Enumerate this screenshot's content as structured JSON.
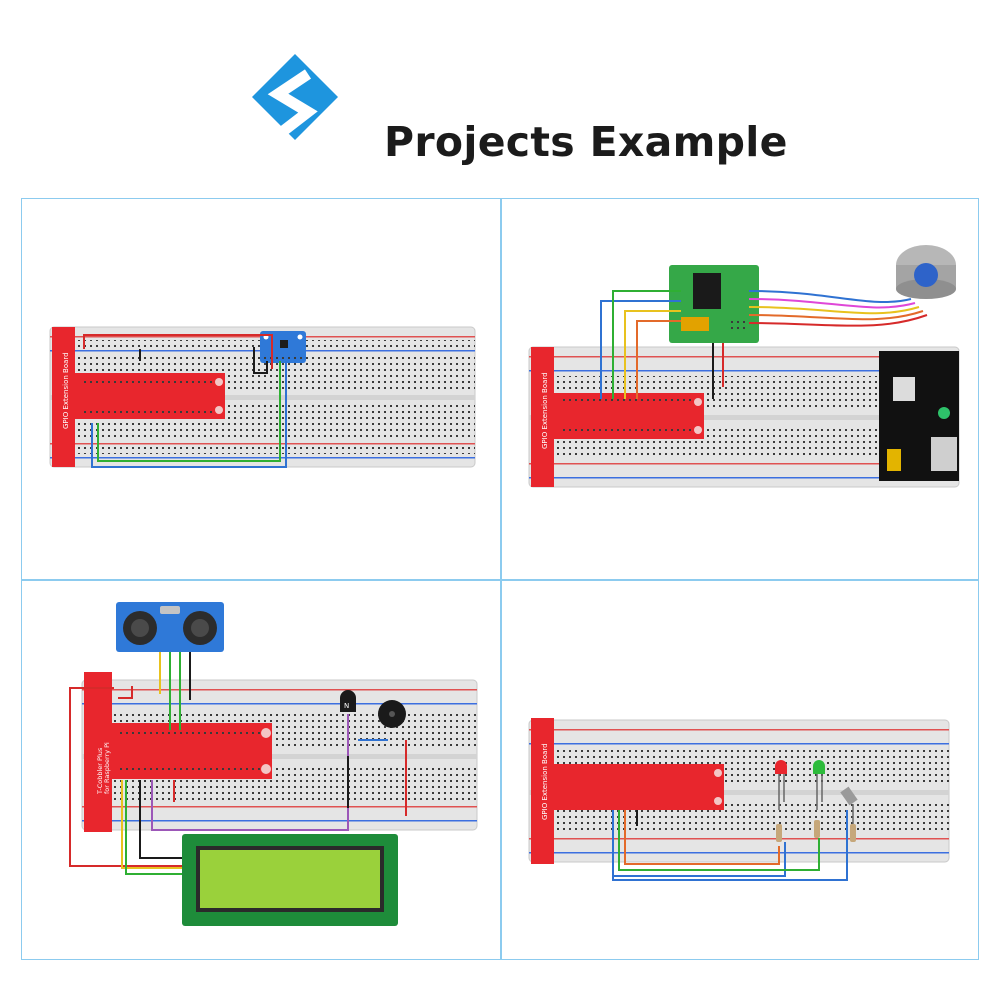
{
  "header": {
    "title": "Projects Example",
    "logo_icon": "brand-s-logo-icon",
    "brand_color": "#1e95de"
  },
  "board_label": "GPIO Extension Board",
  "cobbler_label_line1": "T-Cobbler Plus",
  "cobbler_label_line2": "for Raspberry Pi",
  "colors": {
    "frame": "#8ccbef",
    "extension_board": "#e8262d",
    "breadboard": "#e5e5e5",
    "rail_red": "#e05252",
    "rail_blue": "#3c6fe0"
  },
  "panels": [
    {
      "id": "gyro-sensor-project",
      "components": [
        "breadboard",
        "gpio-extension-board",
        "sensor-module"
      ]
    },
    {
      "id": "stepper-motor-project",
      "components": [
        "breadboard",
        "gpio-extension-board",
        "motor-driver-board",
        "stepper-motor",
        "power-supply-module"
      ]
    },
    {
      "id": "ultrasonic-lcd-project",
      "components": [
        "breadboard",
        "gpio-extension-board",
        "ultrasonic-sensor",
        "transistor",
        "buzzer",
        "lcd1602"
      ]
    },
    {
      "id": "leds-project",
      "components": [
        "breadboard",
        "gpio-extension-board",
        "red-led",
        "green-led",
        "tilt-switch",
        "resistors"
      ]
    }
  ]
}
